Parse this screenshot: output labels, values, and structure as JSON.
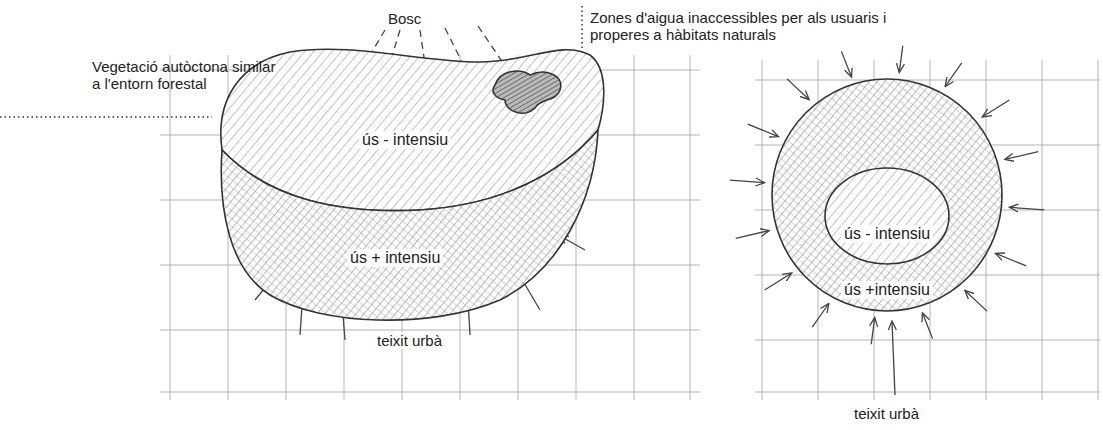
{
  "diagram": {
    "nodes": [
      {
        "text": [
          "ús - intensiu"
        ]
      },
      {
        "text": [
          "ús + intensiu"
        ]
      },
      {
        "text": [
          "ús +intensiu"
        ]
      },
      {
        "text": [
          "ús - intensiu"
        ],
        "in": 2
      }
    ],
    "labels": [
      "Bosc",
      "Zones d'aigua inaccessibles per als usuaris i properes a hàbitats naturals",
      "Vegetació autòctona similar a l'entorn forestal",
      "teixit urbà",
      "teixit urbà"
    ]
  }
}
